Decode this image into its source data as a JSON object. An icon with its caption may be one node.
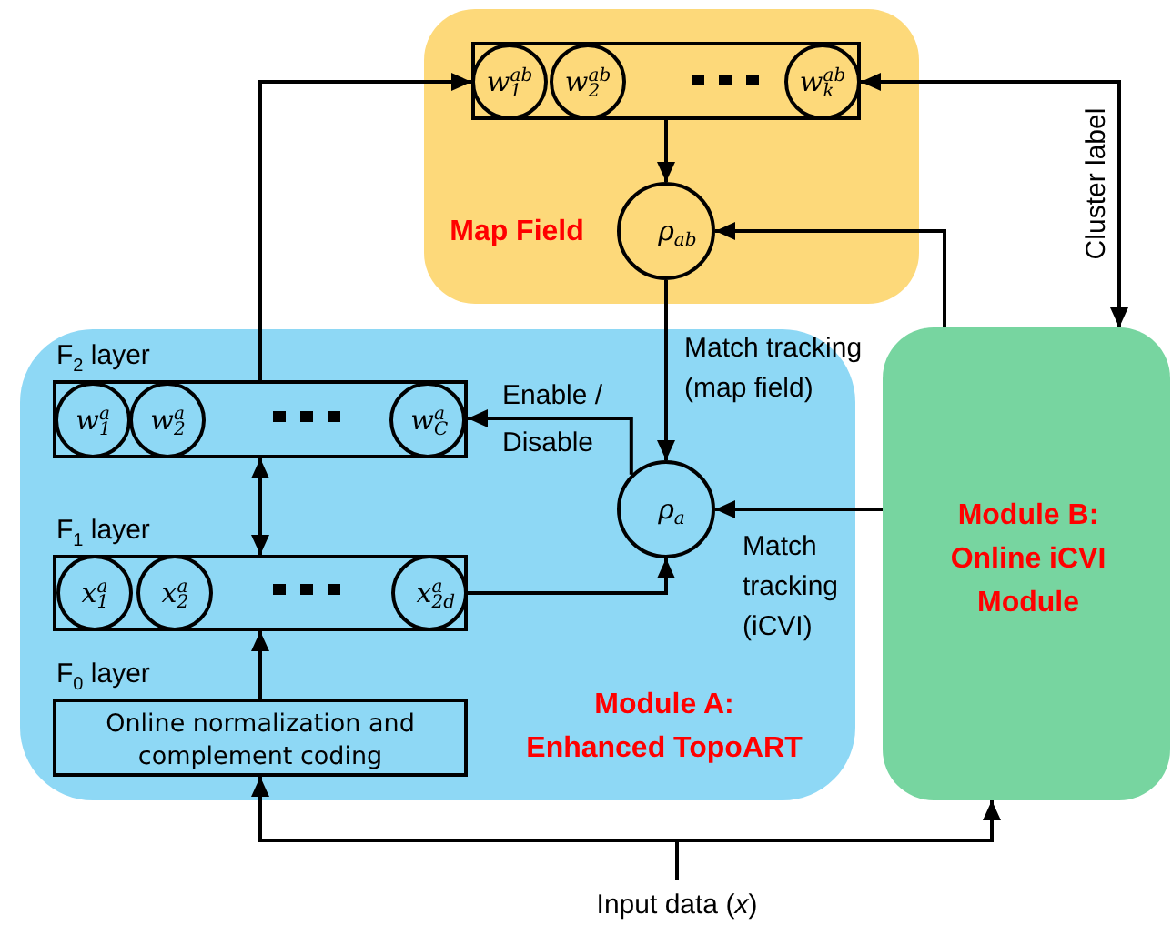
{
  "diagram": {
    "nodes": [
      {
        "text": [
          "Map Field"
        ]
      },
      {
        "text": [],
        "shape": "box",
        "in": 0
      },
      {
        "text": [
          "w$_{1}$$^{ab}$"
        ],
        "in": 1
      },
      {
        "text": [
          "w$_{2}$$^{ab}$"
        ],
        "in": 1
      },
      {
        "text": [
          "w$_{k}$$^{ab}$"
        ],
        "in": 1
      },
      {
        "text": [
          "ρ$_{ab}$"
        ],
        "in": 0
      },
      {
        "text": [
          "Module A: Enhanced TopoART"
        ]
      },
      {
        "text": [
          "F$_{2}$ layer"
        ],
        "in": 6
      },
      {
        "text": [
          "w$_{1}$$^{a}$"
        ],
        "in": 7
      },
      {
        "text": [
          "w$_{2}$$^{a}$"
        ],
        "in": 7
      },
      {
        "text": [
          "w$_{C}$$^{a}$"
        ],
        "in": 7
      },
      {
        "text": [
          "F$_{1}$ layer"
        ],
        "in": 6
      },
      {
        "text": [
          "x$_{1}$$^{a}$"
        ],
        "in": 11
      },
      {
        "text": [
          "x$_{2}$$^{a}$"
        ],
        "in": 11
      },
      {
        "text": [
          "x$_{2d}$$^{a}$"
        ],
        "in": 11
      },
      {
        "text": [
          "F$_{0}$ layer",
          "Online normalization and complement coding"
        ],
        "in": 6
      },
      {
        "text": [
          "ρ$_{a}$"
        ],
        "in": 6
      },
      {
        "text": [
          "Module B: Online iCVI Module"
        ]
      },
      {
        "text": [
          "Input data (*x*)"
        ]
      }
    ],
    "edges": [
      {
        "from": 7,
        "to": 1,
        "arrow": "to"
      },
      {
        "from": 1,
        "to": 17,
        "arrow": "both",
        "label": "Cluster label"
      },
      {
        "from": 1,
        "to": 5,
        "arrow": "to"
      },
      {
        "from": 17,
        "to": 5,
        "arrow": "to"
      },
      {
        "from": 5,
        "to": 16,
        "arrow": "to",
        "label": "Match tracking (map field)"
      },
      {
        "from": 17,
        "to": 16,
        "arrow": "to",
        "label": "Match tracking (iCVI)"
      },
      {
        "from": 16,
        "to": 7,
        "arrow": "to",
        "label": "Enable / Disable"
      },
      {
        "from": 7,
        "to": 11,
        "arrow": "both"
      },
      {
        "from": 14,
        "to": 16,
        "arrow": "to"
      },
      {
        "from": 15,
        "to": 11,
        "arrow": "to"
      },
      {
        "from": 18,
        "to": 15,
        "arrow": "to"
      },
      {
        "from": 18,
        "to": 17,
        "arrow": "to"
      }
    ]
  }
}
